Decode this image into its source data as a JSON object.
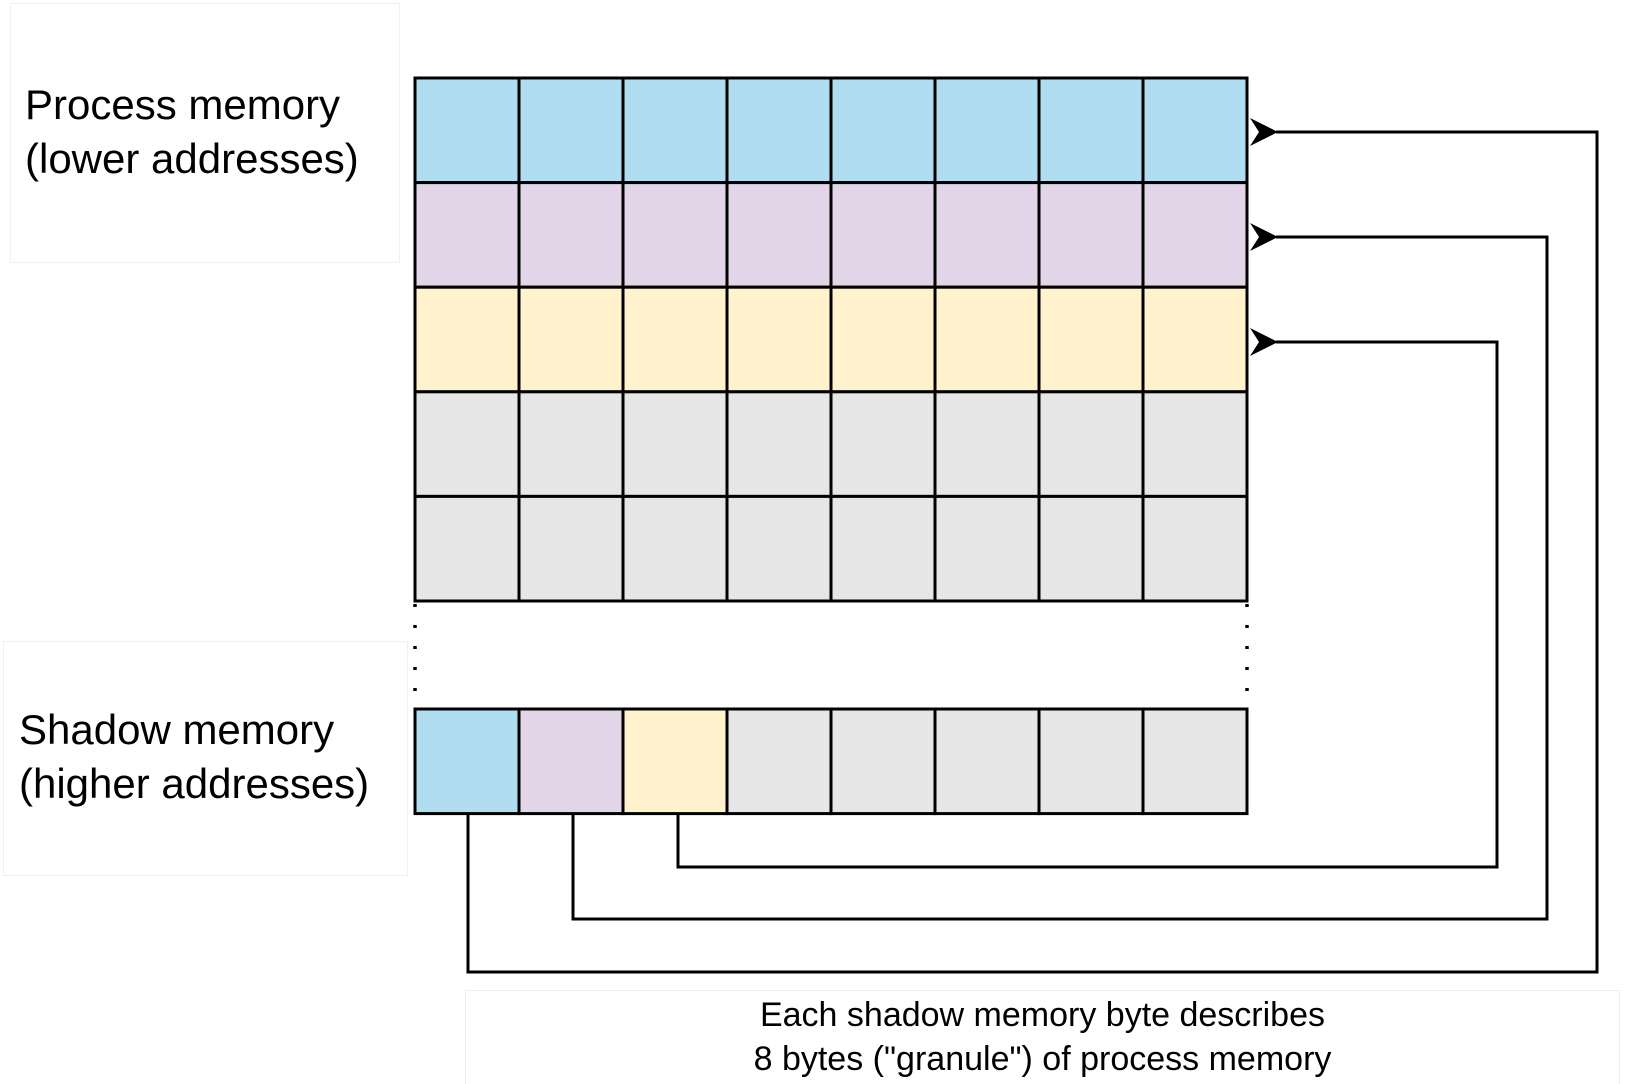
{
  "labels": {
    "process_line1": "Process memory",
    "process_line2": "(lower addresses)",
    "shadow_line1": "Shadow memory",
    "shadow_line2": "(higher addresses)",
    "caption_line1": "Each shadow memory byte describes",
    "caption_line2": "8 bytes (\"granule\") of process memory"
  },
  "colors": {
    "blue": "#b1ddf0",
    "purple": "#e1d5e7",
    "yellow": "#fff2cc",
    "gray": "#e6e6e6"
  },
  "process_rows": [
    "blue",
    "purple",
    "yellow",
    "gray",
    "gray"
  ],
  "shadow_row": [
    "blue",
    "purple",
    "yellow",
    "gray",
    "gray",
    "gray",
    "gray",
    "gray"
  ],
  "bytes_per_row": 8
}
